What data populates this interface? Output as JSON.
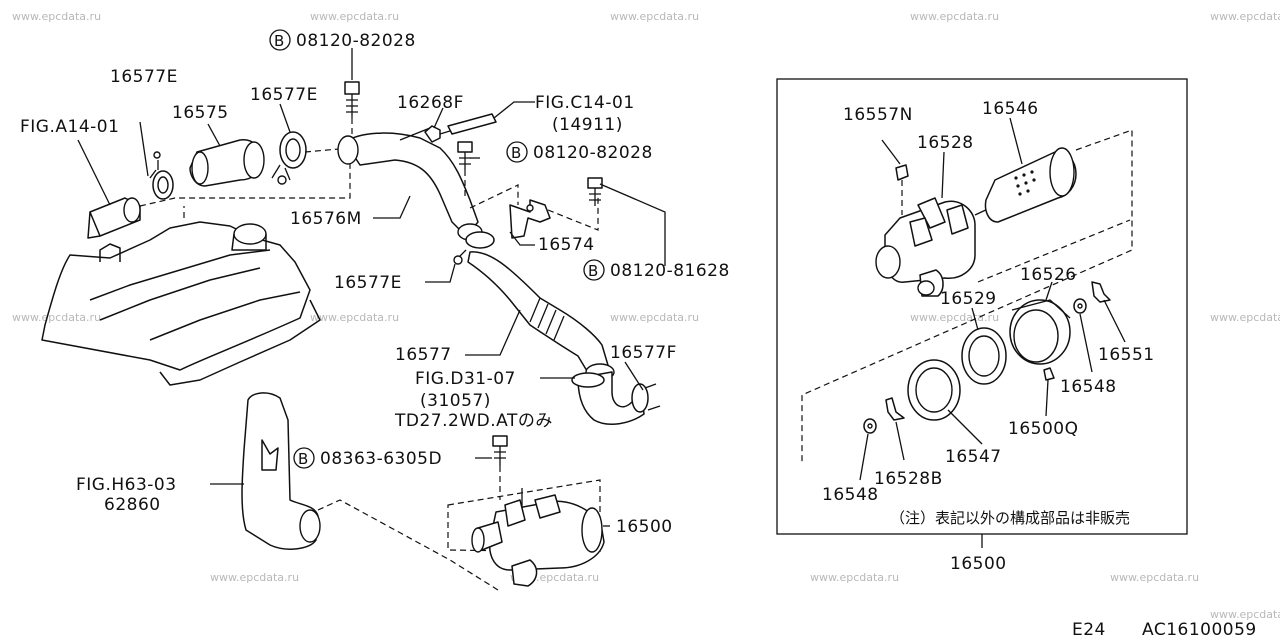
{
  "watermark": "www.epcdata.ru",
  "labels": {
    "bolt_top": "08120-82028",
    "bolt_mid": "08120-82028",
    "bolt_right": "08120-81628",
    "bolt_low": "08363-6305D",
    "b_marker": "B",
    "l_16577E_a": "16577E",
    "l_16577E_b": "16577E",
    "l_16577E_c": "16577E",
    "l_16575": "16575",
    "l_figA14": "FIG.A14-01",
    "l_16268F": "16268F",
    "l_figC14": "FIG.C14-01",
    "l_14911": "(14911)",
    "l_16576M": "16576M",
    "l_16574": "16574",
    "l_16577": "16577",
    "l_16577F": "16577F",
    "l_figD31": "FIG.D31-07",
    "l_31057": "(31057)",
    "l_td27": "TD27.2WD.ATのみ",
    "l_figH63": "FIG.H63-03",
    "l_62860": "62860",
    "l_16500_left": "16500",
    "l_16557N": "16557N",
    "l_16546": "16546",
    "l_16528": "16528",
    "l_16526": "16526",
    "l_16529": "16529",
    "l_16551": "16551",
    "l_16548_a": "16548",
    "l_16500Q": "16500Q",
    "l_16547": "16547",
    "l_16528B": "16528B",
    "l_16548_b": "16548",
    "l_note": "（注）表記以外の構成部品は非販売",
    "l_16500_box": "16500",
    "footer_page": "E24",
    "footer_code": "AC16100059"
  }
}
